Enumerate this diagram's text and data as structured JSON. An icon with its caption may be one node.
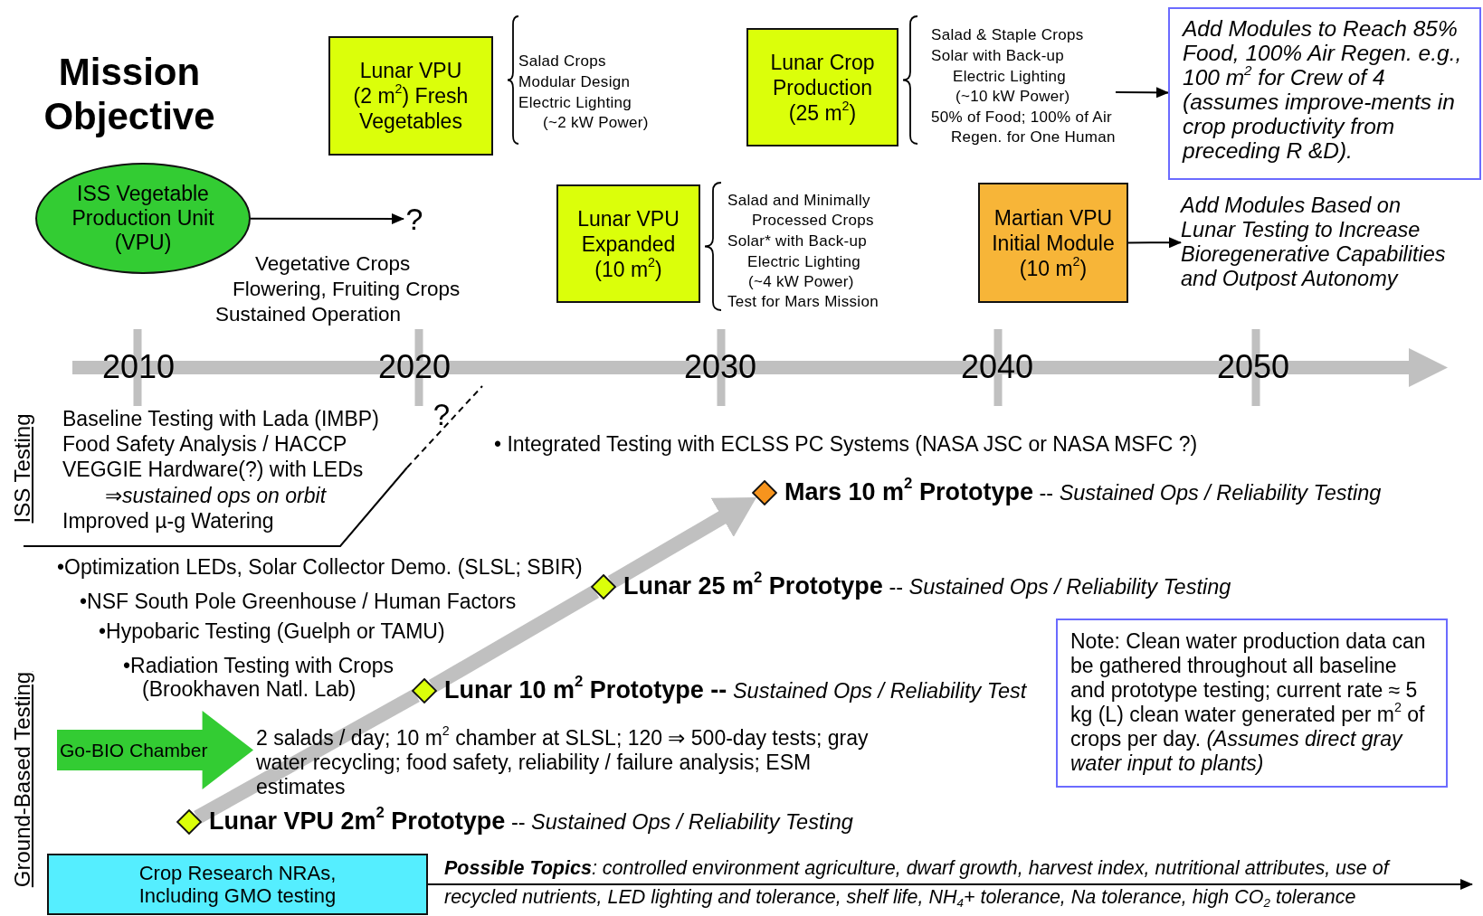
{
  "diagram": {
    "title": "Mission Objective",
    "nodes": [
      {
        "text": [
          "Lunar VPU (2 m$^{2}$) Fresh Vegetables"
        ],
        "beside": [
          "Salad Crops",
          "Modular Design",
          "Electric Lighting",
          "(~2 kW Power)"
        ]
      },
      {
        "text": [
          "Lunar Crop Production (25 m$^{2}$)"
        ],
        "beside": [
          "Salad & Staple Crops",
          "Solar with Back-up",
          "Electric Lighting",
          "(~10 kW Power)",
          "50% of Food; 100% of Air",
          "Regen. for One Human"
        ]
      },
      {
        "text": [
          "Add Modules to Reach 85% Food, 100% Air Regen. e.g., 100 m$^{2}$ for Crew of 4 (assumes improve-ments in crop productivity from preceding R &D)."
        ]
      },
      {
        "text": [
          "ISS Vegetable Production Unit (VPU)"
        ],
        "beside": [
          "Vegetative Crops",
          "Flowering, Fruiting Crops",
          "Sustained Operation"
        ]
      },
      {
        "text": [
          "?"
        ]
      },
      {
        "text": [
          "Lunar VPU Expanded (10 m$^{2}$)"
        ],
        "beside": [
          "Salad and Minimally",
          "Processed Crops",
          "Solar* with Back-up",
          "Electric Lighting",
          "(~4 kW Power)",
          "Test for Mars Mission"
        ]
      },
      {
        "text": [
          "Martian VPU Initial Module (10 m$^{2}$)"
        ]
      },
      {
        "text": [
          "Add Modules Based on Lunar Testing to Increase Bioregenerative Capabilities and Outpost Autonomy"
        ]
      },
      {
        "text": [],
        "shape": "diamond",
        "beside": [
          "**Mars 10 m$^{2}$ Prototype** -- *Sustained Ops / Reliability Testing*"
        ]
      },
      {
        "text": [],
        "shape": "diamond",
        "beside": [
          "**Lunar 25 m$^{2}$ Prototype** -- *Sustained Ops / Reliability Testing*"
        ]
      },
      {
        "text": [],
        "shape": "diamond",
        "beside": [
          "**Lunar 10 m$^{2}$ Prototype --** *Sustained Ops / Reliability Test*"
        ]
      },
      {
        "text": [
          "Go-BIO Chamber"
        ],
        "beside": [
          "2 salads / day; 10 m$^{2}$ chamber at SLSL; 120 ⇒ 500-day tests; gray water recycling; food safety, reliability / failure analysis; ESM estimates"
        ]
      },
      {
        "text": [],
        "shape": "diamond",
        "beside": [
          "**Lunar VPU 2m$^{2}$ Prototype** -- *Sustained Ops / Reliability Testing*"
        ]
      },
      {
        "text": [
          "Crop Research NRAs, Including GMO testing"
        ]
      },
      {
        "text": [
          "Note: Clean water production data can be gathered throughout all baseline and prototype testing; current rate ≈ 5 kg (L) clean water generated per m$^{2}$ of crops per day. *(Assumes direct gray water input to plants)*"
        ]
      }
    ],
    "edges": [
      {
        "from": 3,
        "to": 4,
        "arrow": "to"
      },
      {
        "from": 1,
        "to": 2,
        "arrow": "to"
      },
      {
        "from": 6,
        "to": 7,
        "arrow": "to"
      },
      {
        "from": 12,
        "to": 10,
        "arrow": "none",
        "style": "thick",
        "color": "#c0c0c0"
      },
      {
        "from": 10,
        "to": 9,
        "arrow": "none",
        "style": "thick",
        "color": "#c0c0c0"
      },
      {
        "from": 9,
        "to": 8,
        "arrow": "to",
        "style": "thick",
        "color": "#c0c0c0"
      },
      {
        "from": 13,
        "to": null,
        "arrow": "to"
      }
    ],
    "labels": [
      "2010",
      "2020",
      "2030",
      "2040",
      "2050",
      "ISS Testing",
      "Baseline Testing with Lada (IMBP)",
      "Food Safety Analysis / HACCP",
      "VEGGIE Hardware(?) with LEDs",
      "⇒*sustained ops on orbit*",
      "Improved µ-g Watering",
      "?",
      "• Integrated Testing with ECLSS PC Systems (NASA JSC or NASA MSFC ?)",
      "•Optimization LEDs, Solar Collector Demo. (SLSL; SBIR)",
      "•NSF South Pole Greenhouse / Human Factors",
      "•Hypobaric Testing (Guelph or TAMU)",
      "•Radiation Testing with Crops (Brookhaven Natl. Lab)",
      "Ground-Based Testing",
      "**Possible Topics**: controlled environment agriculture, dwarf growth, harvest index, nutritional attributes, use of recycled nutrients, LED lighting and tolerance, shelf life, NH$_{4}$+ tolerance, Na tolerance, high CO$_{2}$ tolerance"
    ]
  }
}
